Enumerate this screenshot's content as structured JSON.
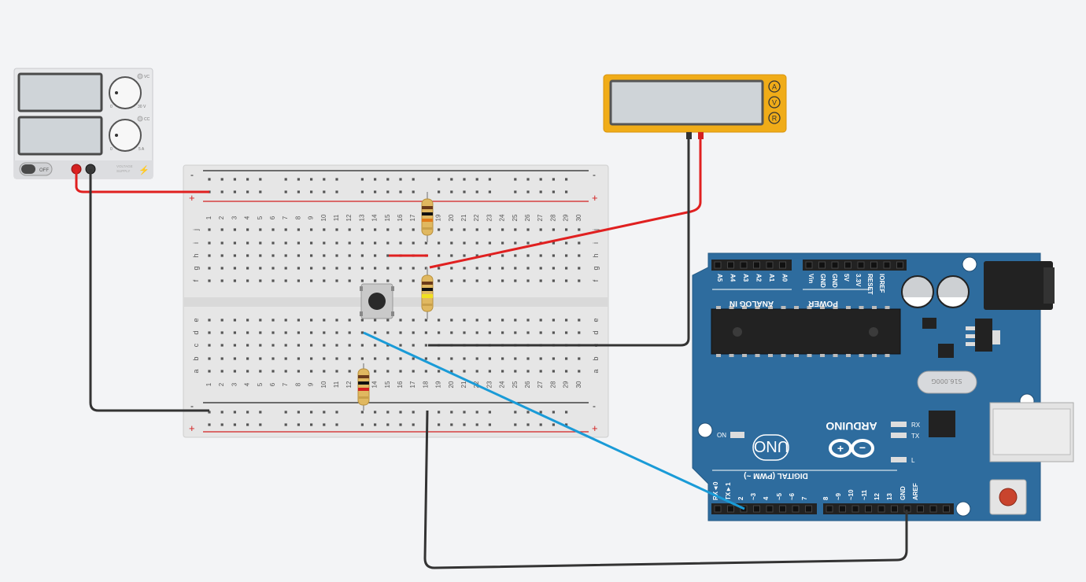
{
  "power_supply": {
    "off_label": "OFF",
    "knob1_label": "VC",
    "knob1_min": "0",
    "knob1_max": "30 V",
    "knob2_label": "CC",
    "knob2_min": "0",
    "knob2_max": "5 A",
    "brand_line1": "VOLTAGE",
    "brand_line2": "SUPPLY"
  },
  "multimeter": {
    "modes": [
      "A",
      "V",
      "R"
    ]
  },
  "breadboard": {
    "columns": [
      "1",
      "2",
      "3",
      "4",
      "5",
      "6",
      "7",
      "8",
      "9",
      "10",
      "11",
      "12",
      "13",
      "14",
      "15",
      "16",
      "17",
      "18",
      "19",
      "20",
      "21",
      "22",
      "23",
      "24",
      "25",
      "26",
      "27",
      "28",
      "29",
      "30"
    ],
    "rows_top": [
      "j",
      "i",
      "h",
      "g",
      "f"
    ],
    "rows_bottom": [
      "e",
      "d",
      "c",
      "b",
      "a"
    ],
    "rail_plus": "+",
    "rail_minus": "-"
  },
  "arduino": {
    "analog_pins": [
      "A5",
      "A4",
      "A3",
      "A2",
      "A1",
      "A0"
    ],
    "analog_title": "ANALOG IN",
    "power_pins": [
      "Vin",
      "GND",
      "GND",
      "5V",
      "3.3V",
      "RESET",
      "IOREF"
    ],
    "power_title": "POWER",
    "brand": "ARDUINO",
    "model": "UNO",
    "on_label": "ON",
    "led_rx": "RX",
    "led_tx": "TX",
    "led_l": "L",
    "digital_title": "DIGITAL (PWM ~)",
    "digital_pins": [
      "RX◄0",
      "TX►1",
      "2",
      "~3",
      "4",
      "~5",
      "~6",
      "7",
      "8",
      "~9",
      "~10",
      "~11",
      "12",
      "13",
      "GND",
      "AREF"
    ],
    "crystal": "S16.000G"
  },
  "colors": {
    "background": "#f3f4f6",
    "wire_red": "#e02020",
    "wire_black": "#333333",
    "wire_blue": "#1a9bd7",
    "arduino_blue": "#2e6c9e",
    "multimeter_orange": "#f0ac18"
  }
}
